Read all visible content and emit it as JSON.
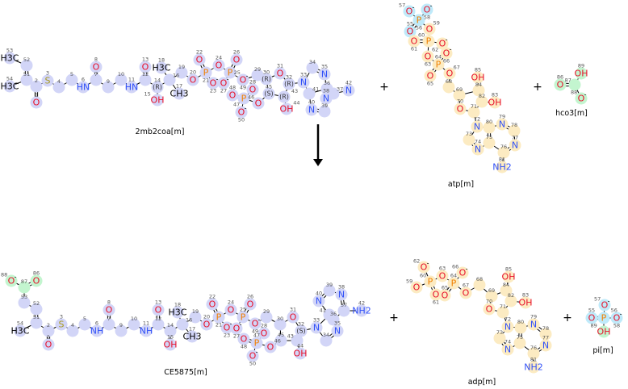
{
  "reaction": {
    "plus_signs": [
      "+",
      "+",
      "+",
      "+"
    ],
    "arrow": "reaction-arrow-down"
  },
  "colors": {
    "hl_blue": "#d2d5f7",
    "hl_yellow": "#fcebc2",
    "hl_cyan": "#bfeafa",
    "hl_green": "#c3f5cf",
    "O": "#e8102a",
    "N": "#3050f8",
    "P": "#f08000",
    "S": "#a89a20",
    "C": "#000000"
  },
  "molecules": [
    {
      "id": "2mb2coa",
      "name": "2mb2coa[m]",
      "hl": "hl_blue",
      "atoms": [
        {
          "n": "53",
          "s": "H3C"
        },
        {
          "n": "52",
          "s": ""
        },
        {
          "n": "51",
          "s": ""
        },
        {
          "n": "54",
          "s": "H3C"
        },
        {
          "n": "2",
          "s": ""
        },
        {
          "n": "1",
          "s": "O"
        },
        {
          "n": "3",
          "s": "S"
        },
        {
          "n": "4",
          "s": ""
        },
        {
          "n": "5",
          "s": ""
        },
        {
          "n": "6",
          "s": "HN"
        },
        {
          "n": "7",
          "s": ""
        },
        {
          "n": "8",
          "s": "O"
        },
        {
          "n": "9",
          "s": ""
        },
        {
          "n": "10",
          "s": ""
        },
        {
          "n": "11",
          "s": "HN"
        },
        {
          "n": "12",
          "s": ""
        },
        {
          "n": "13",
          "s": "O"
        },
        {
          "n": "14",
          "s": "(R)"
        },
        {
          "n": "15",
          "s": "OH"
        },
        {
          "n": "16",
          "s": ""
        },
        {
          "n": "18",
          "s": "H3C"
        },
        {
          "n": "17",
          "s": "CH3"
        },
        {
          "n": "19",
          "s": ""
        },
        {
          "n": "20",
          "s": "O"
        },
        {
          "n": "21",
          "s": "P"
        },
        {
          "n": "22",
          "s": "O"
        },
        {
          "n": "23",
          "s": "O",
          "c": "-"
        },
        {
          "n": "24",
          "s": "O"
        },
        {
          "n": "25",
          "s": "P"
        },
        {
          "n": "26",
          "s": "O"
        },
        {
          "n": "27",
          "s": "O",
          "c": "-"
        },
        {
          "n": "49",
          "s": "O",
          "c": "-"
        },
        {
          "n": "29",
          "s": ""
        },
        {
          "n": "30",
          "s": "(R)"
        },
        {
          "n": "31",
          "s": "O"
        },
        {
          "n": "32",
          "s": "(R)"
        },
        {
          "n": "43",
          "s": "(R)"
        },
        {
          "n": "45",
          "s": "(S)"
        },
        {
          "n": "44",
          "s": "OH"
        },
        {
          "n": "46",
          "s": "O"
        },
        {
          "n": "47",
          "s": "P"
        },
        {
          "n": "48",
          "s": "O"
        },
        {
          "n": "28",
          "s": "O"
        },
        {
          "n": "50",
          "s": "O",
          "c": "-"
        },
        {
          "n": "33",
          "s": "N"
        },
        {
          "n": "34",
          "s": ""
        },
        {
          "n": "35",
          "s": "N"
        },
        {
          "n": "36",
          "s": ""
        },
        {
          "n": "41",
          "s": ""
        },
        {
          "n": "37",
          "s": ""
        },
        {
          "n": "42",
          "s": "N"
        },
        {
          "n": "38",
          "s": "N"
        },
        {
          "n": "39",
          "s": ""
        },
        {
          "n": "40",
          "s": "N"
        }
      ]
    },
    {
      "id": "atp",
      "name": "atp[m]",
      "hl": "hl_yellow",
      "atoms": [
        {
          "n": "57",
          "s": "O",
          "c": "-",
          "h": "hl_cyan"
        },
        {
          "n": "58",
          "s": "O",
          "c": "-",
          "h": "hl_cyan"
        },
        {
          "n": "56",
          "s": "P",
          "h": "hl_cyan"
        },
        {
          "n": "55",
          "s": "O",
          "h": "hl_cyan"
        },
        {
          "n": "59",
          "s": "O"
        },
        {
          "n": "60",
          "s": "P"
        },
        {
          "n": "61",
          "s": "O"
        },
        {
          "n": "62",
          "s": "O",
          "c": "-"
        },
        {
          "n": "63",
          "s": "O"
        },
        {
          "n": "64",
          "s": "P"
        },
        {
          "n": "66",
          "s": "O",
          "c": "-"
        },
        {
          "n": "65",
          "s": "O"
        },
        {
          "n": "67",
          "s": "O"
        },
        {
          "n": "68",
          "s": ""
        },
        {
          "n": "69",
          "s": ""
        },
        {
          "n": "84",
          "s": ""
        },
        {
          "n": "85",
          "s": "OH"
        },
        {
          "n": "82",
          "s": ""
        },
        {
          "n": "83",
          "s": "OH"
        },
        {
          "n": "70",
          "s": "O"
        },
        {
          "n": "71",
          "s": ""
        },
        {
          "n": "72",
          "s": "N"
        },
        {
          "n": "73",
          "s": ""
        },
        {
          "n": "74",
          "s": "N"
        },
        {
          "n": "75",
          "s": ""
        },
        {
          "n": "80",
          "s": ""
        },
        {
          "n": "79",
          "s": "N"
        },
        {
          "n": "78",
          "s": ""
        },
        {
          "n": "77",
          "s": "N"
        },
        {
          "n": "76",
          "s": ""
        },
        {
          "n": "81",
          "s": "NH2"
        }
      ]
    },
    {
      "id": "hco3",
      "name": "hco3[m]",
      "hl": "hl_green",
      "atoms": [
        {
          "n": "89",
          "s": "OH"
        },
        {
          "n": "87",
          "s": ""
        },
        {
          "n": "86",
          "s": "O"
        },
        {
          "n": "88",
          "s": "O",
          "c": "-"
        }
      ]
    },
    {
      "id": "CE5875",
      "name": "CE5875[m]",
      "hl": "hl_blue",
      "atoms": [
        {
          "n": "88",
          "s": "O",
          "c": "-",
          "h": "hl_green"
        },
        {
          "n": "87",
          "s": "",
          "h": "hl_green"
        },
        {
          "n": "86",
          "s": "O",
          "h": "hl_green"
        },
        {
          "n": "53",
          "s": ""
        },
        {
          "n": "52",
          "s": ""
        },
        {
          "n": "51",
          "s": ""
        },
        {
          "n": "54",
          "s": "H3C"
        },
        {
          "n": "2",
          "s": ""
        },
        {
          "n": "1",
          "s": "O"
        },
        {
          "n": "3",
          "s": "S"
        },
        {
          "n": "4",
          "s": ""
        },
        {
          "n": "5",
          "s": ""
        },
        {
          "n": "6",
          "s": "NH"
        },
        {
          "n": "7",
          "s": ""
        },
        {
          "n": "8",
          "s": "O"
        },
        {
          "n": "9",
          "s": ""
        },
        {
          "n": "10",
          "s": ""
        },
        {
          "n": "11",
          "s": "NH"
        },
        {
          "n": "12",
          "s": ""
        },
        {
          "n": "13",
          "s": "O"
        },
        {
          "n": "14",
          "s": ""
        },
        {
          "n": "15",
          "s": "OH"
        },
        {
          "n": "16",
          "s": ""
        },
        {
          "n": "18",
          "s": "H3C"
        },
        {
          "n": "17",
          "s": "CH3"
        },
        {
          "n": "19",
          "s": ""
        },
        {
          "n": "20",
          "s": "O"
        },
        {
          "n": "21",
          "s": "P"
        },
        {
          "n": "22",
          "s": "O"
        },
        {
          "n": "23",
          "s": "O",
          "c": "-"
        },
        {
          "n": "24",
          "s": "O"
        },
        {
          "n": "25",
          "s": "P"
        },
        {
          "n": "26",
          "s": "O"
        },
        {
          "n": "27",
          "s": "O",
          "c": "-"
        },
        {
          "n": "49",
          "s": "O",
          "c": "-"
        },
        {
          "n": "29",
          "s": ""
        },
        {
          "n": "30",
          "s": ""
        },
        {
          "n": "31",
          "s": "O"
        },
        {
          "n": "32",
          "s": "(S)"
        },
        {
          "n": "43",
          "s": ""
        },
        {
          "n": "45",
          "s": ""
        },
        {
          "n": "44",
          "s": "OH"
        },
        {
          "n": "46",
          "s": "O"
        },
        {
          "n": "47",
          "s": "P"
        },
        {
          "n": "48",
          "s": "O"
        },
        {
          "n": "28",
          "s": "O"
        },
        {
          "n": "50",
          "s": "O",
          "c": "-"
        },
        {
          "n": "33",
          "s": "N"
        },
        {
          "n": "34",
          "s": ""
        },
        {
          "n": "35",
          "s": "N"
        },
        {
          "n": "36",
          "s": ""
        },
        {
          "n": "41",
          "s": ""
        },
        {
          "n": "37",
          "s": ""
        },
        {
          "n": "42",
          "s": "NH2"
        },
        {
          "n": "38",
          "s": "N"
        },
        {
          "n": "39",
          "s": ""
        },
        {
          "n": "40",
          "s": "N"
        }
      ]
    },
    {
      "id": "adp",
      "name": "adp[m]",
      "hl": "hl_yellow",
      "atoms": [
        {
          "n": "62",
          "s": "O",
          "c": "-"
        },
        {
          "n": "60",
          "s": "P"
        },
        {
          "n": "59",
          "s": "O"
        },
        {
          "n": "61",
          "s": "O"
        },
        {
          "n": "63",
          "s": "O"
        },
        {
          "n": "64",
          "s": "P"
        },
        {
          "n": "66",
          "s": "O",
          "c": "-"
        },
        {
          "n": "65",
          "s": "O"
        },
        {
          "n": "67",
          "s": "O"
        },
        {
          "n": "68",
          "s": ""
        },
        {
          "n": "69",
          "s": ""
        },
        {
          "n": "84",
          "s": ""
        },
        {
          "n": "85",
          "s": "OH"
        },
        {
          "n": "82",
          "s": ""
        },
        {
          "n": "83",
          "s": "OH"
        },
        {
          "n": "70",
          "s": "O"
        },
        {
          "n": "71",
          "s": ""
        },
        {
          "n": "72",
          "s": "N"
        },
        {
          "n": "73",
          "s": ""
        },
        {
          "n": "74",
          "s": "N"
        },
        {
          "n": "75",
          "s": ""
        },
        {
          "n": "80",
          "s": ""
        },
        {
          "n": "79",
          "s": "N"
        },
        {
          "n": "78",
          "s": ""
        },
        {
          "n": "77",
          "s": "N"
        },
        {
          "n": "76",
          "s": ""
        },
        {
          "n": "81",
          "s": "NH2"
        }
      ]
    },
    {
      "id": "pi",
      "name": "pi[m]",
      "hl": "hl_cyan",
      "atoms": [
        {
          "n": "57",
          "s": "O",
          "c": "-"
        },
        {
          "n": "56",
          "s": "P"
        },
        {
          "n": "55",
          "s": "O"
        },
        {
          "n": "58",
          "s": "O",
          "c": "-"
        },
        {
          "n": "89",
          "s": "OH",
          "h": "hl_green"
        }
      ]
    }
  ]
}
